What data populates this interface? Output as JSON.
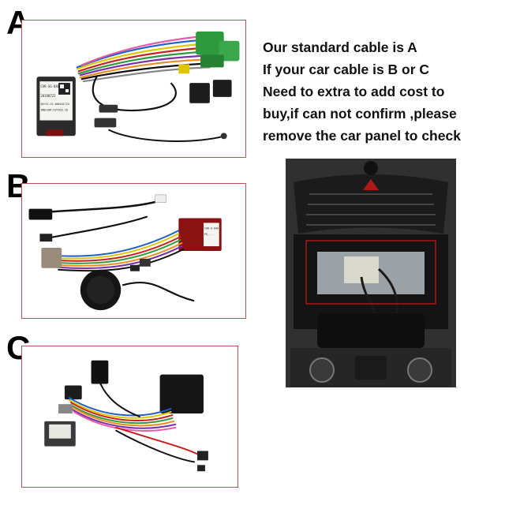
{
  "labels": {
    "a": "A",
    "b": "B",
    "c": "C"
  },
  "notice": {
    "lines": [
      "Our standard cable is A",
      "If your car cable is B or C",
      "Need to extra to add cost to",
      "buy,if can not confirm ,please",
      "remove the car panel to check"
    ]
  },
  "module_a": {
    "line1": "CAR-SG-048",
    "line2": "20190722",
    "line3": "SW:V2.32.000101724",
    "line4": "INN/SWF:GVT01A-70"
  },
  "module_b": {
    "line1": "CAR-G-04A",
    "line2": "PX_..."
  },
  "colors": {
    "frame": "#c0504d",
    "highlight": "#d01818"
  }
}
